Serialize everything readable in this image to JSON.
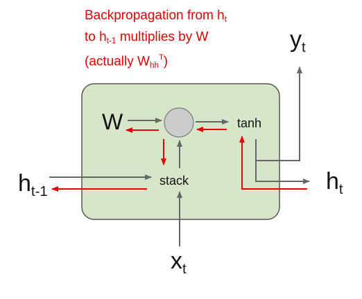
{
  "annotation": {
    "line1_text": "Backpropagation from h",
    "line1_sub": "t",
    "line2_text_a": "to h",
    "line2_sub": "t-1",
    "line2_text_b": " multiplies by W",
    "line3_text_a": "(actually W",
    "line3_sub": "hh",
    "line3_sup": "T",
    "line3_text_b": ")",
    "color": "#e00000"
  },
  "labels": {
    "w": "W",
    "tanh": "tanh",
    "stack": "stack",
    "h_prev_base": "h",
    "h_prev_sub": "t-1",
    "x_base": "x",
    "x_sub": "t",
    "y_base": "y",
    "y_sub": "t",
    "h_base": "h",
    "h_sub": "t"
  },
  "colors": {
    "cell_fill": "#d7e6c8",
    "cell_stroke": "#555555",
    "node_fill": "#cccccc",
    "forward_arrow": "#666666",
    "backward_arrow": "#e00000"
  }
}
